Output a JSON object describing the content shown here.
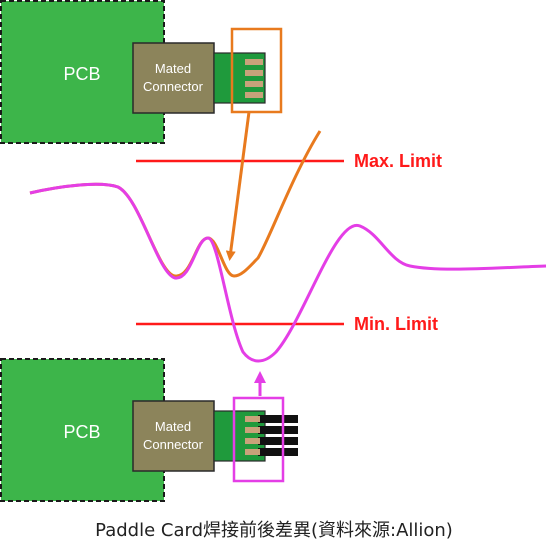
{
  "top_assembly": {
    "pcb_label": "PCB",
    "connector_line1": "Mated",
    "connector_line2": "Connector"
  },
  "bottom_assembly": {
    "pcb_label": "PCB",
    "connector_line1": "Mated",
    "connector_line2": "Connector"
  },
  "limits": {
    "max_label": "Max. Limit",
    "min_label": "Min. Limit"
  },
  "caption": "Paddle Card焊接前後差異(資料來源:Allion)",
  "colors": {
    "pcb": "#3db54a",
    "connector": "#8c845b",
    "paddle_card": "#1f9a3c",
    "limit": "#ff1a1a",
    "before_trace": "#e87a1e",
    "after_trace": "#e43ee6",
    "caption": "#222222"
  }
}
